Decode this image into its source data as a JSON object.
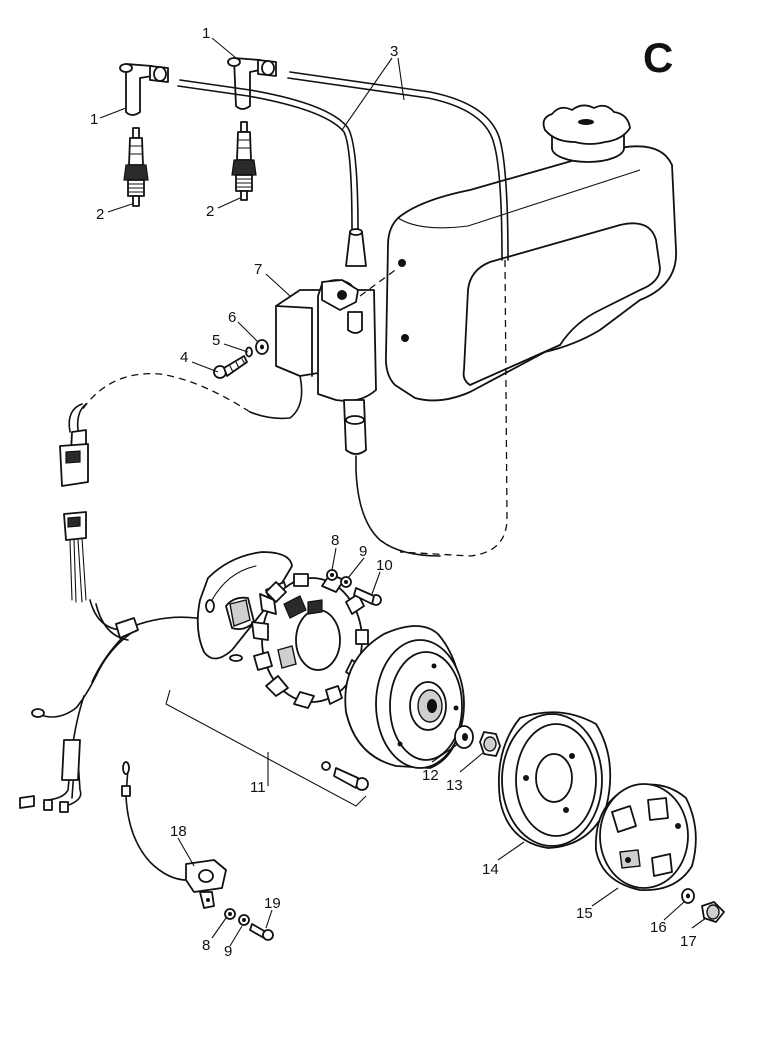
{
  "diagram": {
    "letter": "C",
    "callouts": {
      "c1a": "1",
      "c1b": "1",
      "c2a": "2",
      "c2b": "2",
      "c3": "3",
      "c4": "4",
      "c5": "5",
      "c6": "6",
      "c7": "7",
      "c8a": "8",
      "c9a": "9",
      "c10": "10",
      "c11": "11",
      "c12": "12",
      "c13": "13",
      "c14": "14",
      "c15": "15",
      "c16": "16",
      "c17": "17",
      "c18": "18",
      "c8b": "8",
      "c9b": "9",
      "c19": "19"
    }
  }
}
